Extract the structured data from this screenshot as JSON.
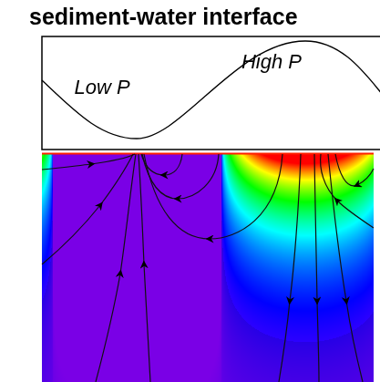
{
  "diagram": {
    "title": "sediment-water interface",
    "labels": [
      "Low P",
      "High P"
    ]
  }
}
